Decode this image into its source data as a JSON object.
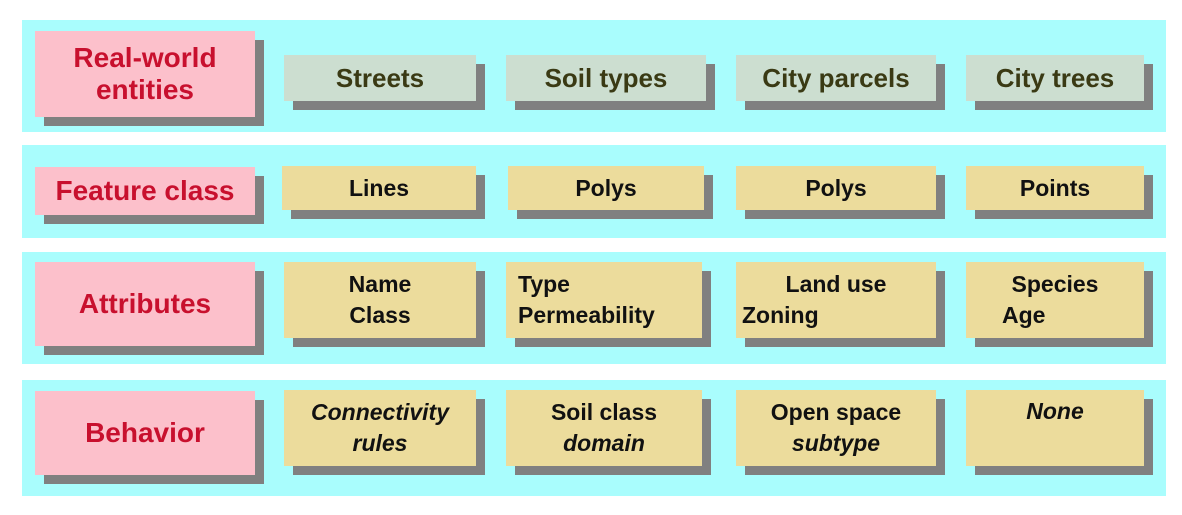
{
  "rows": [
    {
      "label_lines": [
        "Real-world",
        "entities"
      ],
      "cells": [
        {
          "lines": [
            {
              "text": "Streets",
              "italic": false
            }
          ]
        },
        {
          "lines": [
            {
              "text": "Soil types",
              "italic": false
            }
          ]
        },
        {
          "lines": [
            {
              "text": "City parcels",
              "italic": false
            }
          ]
        },
        {
          "lines": [
            {
              "text": "City trees",
              "italic": false
            }
          ]
        }
      ]
    },
    {
      "label_lines": [
        "Feature class"
      ],
      "cells": [
        {
          "lines": [
            {
              "text": "Lines",
              "italic": false
            }
          ]
        },
        {
          "lines": [
            {
              "text": "Polys",
              "italic": false
            }
          ]
        },
        {
          "lines": [
            {
              "text": "Polys",
              "italic": false
            }
          ]
        },
        {
          "lines": [
            {
              "text": "Points",
              "italic": false
            }
          ]
        }
      ]
    },
    {
      "label_lines": [
        "Attributes"
      ],
      "cells": [
        {
          "lines": [
            {
              "text": "Name",
              "italic": false
            },
            {
              "text": "Class",
              "italic": false
            }
          ]
        },
        {
          "lines": [
            {
              "text": "Type",
              "italic": false
            },
            {
              "text": "Permeability",
              "italic": false
            }
          ]
        },
        {
          "lines": [
            {
              "text": "Land use",
              "italic": false
            },
            {
              "text": "Zoning",
              "italic": false
            }
          ]
        },
        {
          "lines": [
            {
              "text": "Species",
              "italic": false
            },
            {
              "text": "Age",
              "italic": false
            }
          ]
        }
      ]
    },
    {
      "label_lines": [
        "Behavior"
      ],
      "cells": [
        {
          "lines": [
            {
              "text": "Connectivity",
              "italic": true
            },
            {
              "text": "rules",
              "italic": true
            }
          ]
        },
        {
          "lines": [
            {
              "text": "Soil class",
              "italic": false
            },
            {
              "text": "domain",
              "italic": true
            }
          ]
        },
        {
          "lines": [
            {
              "text": "Open space",
              "italic": false
            },
            {
              "text": "subtype",
              "italic": true
            }
          ]
        },
        {
          "lines": [
            {
              "text": "None",
              "italic": true
            }
          ]
        }
      ]
    }
  ],
  "colors": {
    "band": "#a9fdfd",
    "label_bg": "#fcc0cb",
    "label_text": "#c8102e",
    "entity_bg": "#ccded0",
    "cell_bg": "#ecdc9c",
    "shadow": "#808080"
  }
}
